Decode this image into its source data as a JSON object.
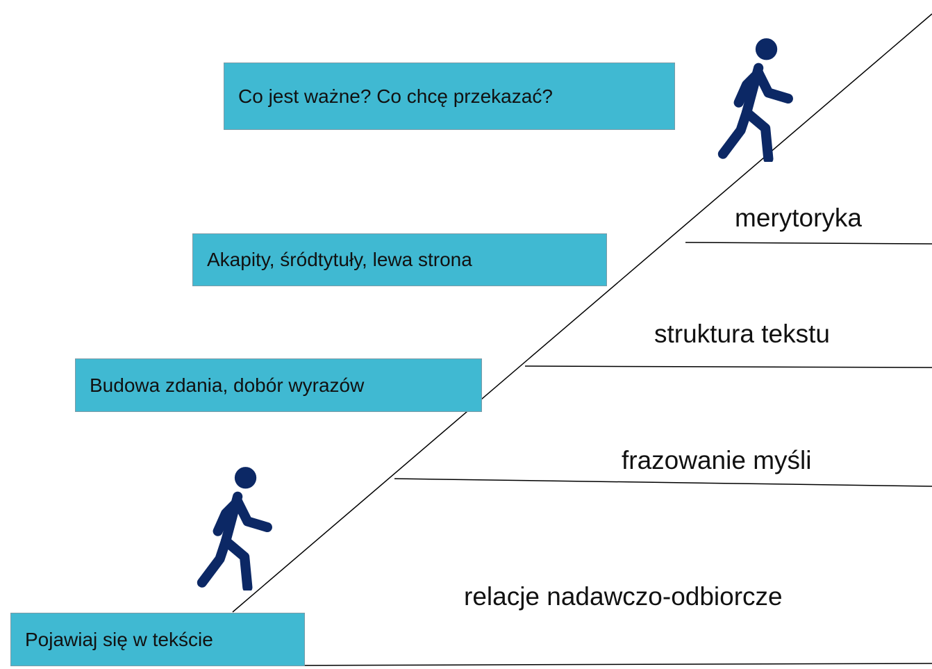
{
  "colors": {
    "box_fill": "#40b9d2",
    "walker": "#0c2865",
    "line": "#000000"
  },
  "walker_icon": "person-walking-icon",
  "levels": [
    {
      "label": "relacje nadawczo-odbiorcze"
    },
    {
      "label": "frazowanie myśli"
    },
    {
      "label": "struktura tekstu"
    },
    {
      "label": "merytoryka"
    }
  ],
  "notes": [
    {
      "text": "Pojawiaj się w tekście"
    },
    {
      "text": "Budowa zdania, dobór wyrazów"
    },
    {
      "text": "Akapity, śródtytuły, lewa strona"
    },
    {
      "text": "Co jest ważne? Co chcę przekazać?"
    }
  ]
}
